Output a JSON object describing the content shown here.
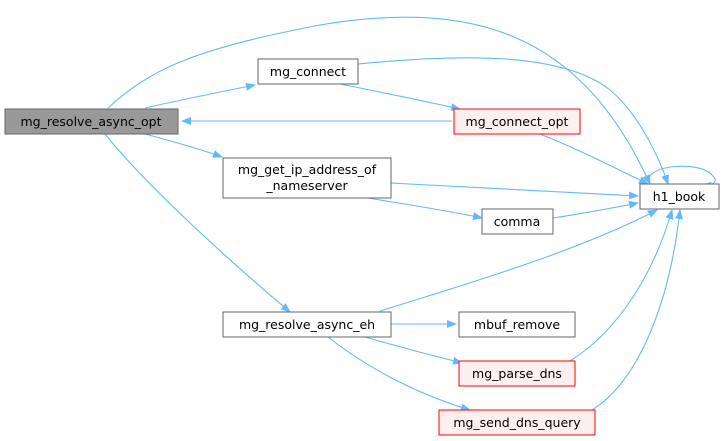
{
  "graph": {
    "nodes": [
      {
        "id": "root",
        "lines": [
          "mg_resolve_async_opt"
        ],
        "style": "root"
      },
      {
        "id": "conn",
        "lines": [
          "mg_connect"
        ],
        "style": "normal"
      },
      {
        "id": "connopt",
        "lines": [
          "mg_connect_opt"
        ],
        "style": "red"
      },
      {
        "id": "getip",
        "lines": [
          "mg_get_ip_address_of",
          "_nameserver"
        ],
        "style": "normal"
      },
      {
        "id": "comma",
        "lines": [
          "comma"
        ],
        "style": "normal"
      },
      {
        "id": "h1",
        "lines": [
          "h1_book"
        ],
        "style": "normal"
      },
      {
        "id": "reseh",
        "lines": [
          "mg_resolve_async_eh"
        ],
        "style": "normal"
      },
      {
        "id": "mbuf",
        "lines": [
          "mbuf_remove"
        ],
        "style": "normal"
      },
      {
        "id": "parse",
        "lines": [
          "mg_parse_dns"
        ],
        "style": "red"
      },
      {
        "id": "send",
        "lines": [
          "mg_send_dns_query"
        ],
        "style": "red"
      }
    ],
    "colors": {
      "edge": "#63b8ff",
      "root_fill": "#999999",
      "normal_fill": "#ffffff",
      "normal_stroke": "#666666",
      "red_fill": "#fff0f0",
      "red_stroke": "#ff0000"
    }
  }
}
